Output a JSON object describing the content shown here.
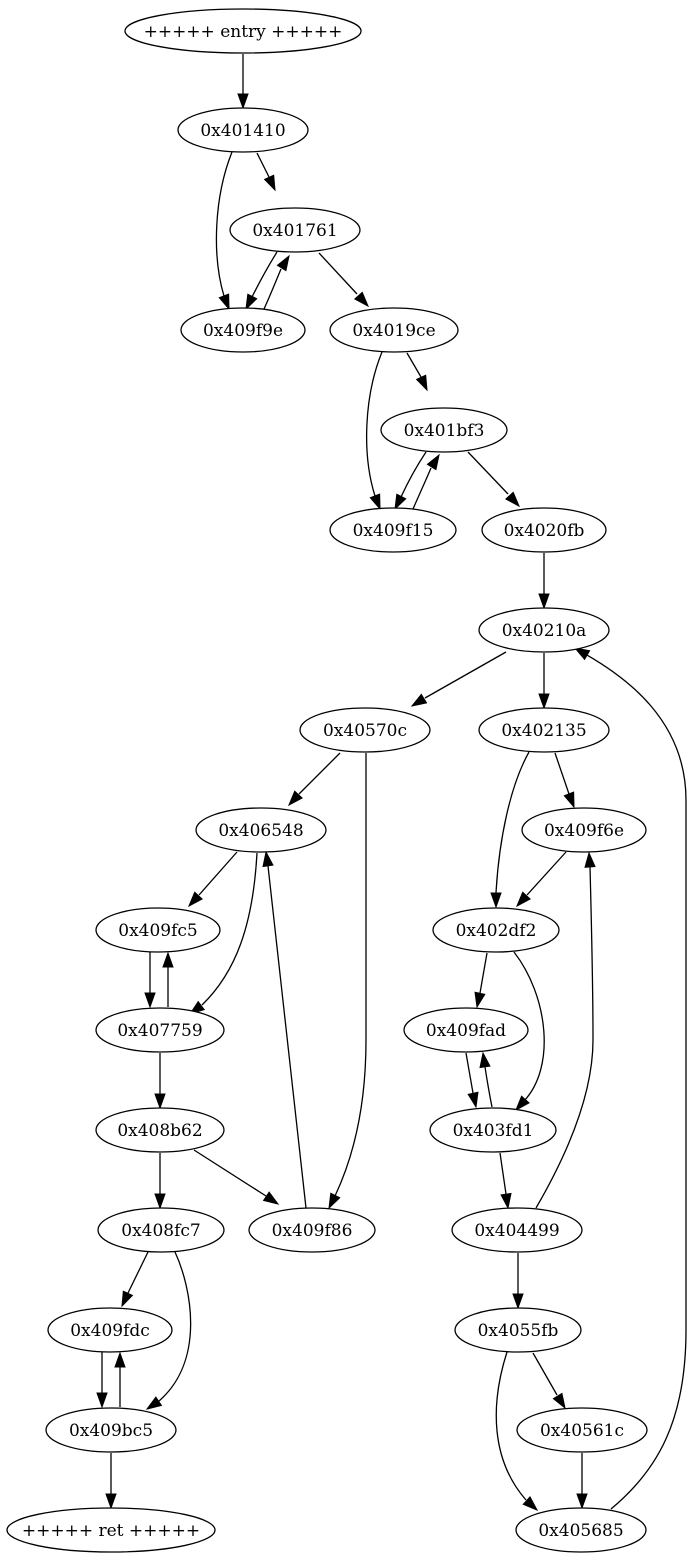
{
  "graph": {
    "nodes": [
      {
        "id": "entry",
        "label": "+++++ entry +++++"
      },
      {
        "id": "n401410",
        "label": "0x401410"
      },
      {
        "id": "n401761",
        "label": "0x401761"
      },
      {
        "id": "n409f9e",
        "label": "0x409f9e"
      },
      {
        "id": "n4019ce",
        "label": "0x4019ce"
      },
      {
        "id": "n401bf3",
        "label": "0x401bf3"
      },
      {
        "id": "n409f15",
        "label": "0x409f15"
      },
      {
        "id": "n4020fb",
        "label": "0x4020fb"
      },
      {
        "id": "n40210a",
        "label": "0x40210a"
      },
      {
        "id": "n40570c",
        "label": "0x40570c"
      },
      {
        "id": "n402135",
        "label": "0x402135"
      },
      {
        "id": "n406548",
        "label": "0x406548"
      },
      {
        "id": "n409f6e",
        "label": "0x409f6e"
      },
      {
        "id": "n409fc5",
        "label": "0x409fc5"
      },
      {
        "id": "n402df2",
        "label": "0x402df2"
      },
      {
        "id": "n407759",
        "label": "0x407759"
      },
      {
        "id": "n409fad",
        "label": "0x409fad"
      },
      {
        "id": "n408b62",
        "label": "0x408b62"
      },
      {
        "id": "n403fd1",
        "label": "0x403fd1"
      },
      {
        "id": "n408fc7",
        "label": "0x408fc7"
      },
      {
        "id": "n409f86",
        "label": "0x409f86"
      },
      {
        "id": "n404499",
        "label": "0x404499"
      },
      {
        "id": "n409fdc",
        "label": "0x409fdc"
      },
      {
        "id": "n4055fb",
        "label": "0x4055fb"
      },
      {
        "id": "n409bc5",
        "label": "0x409bc5"
      },
      {
        "id": "n40561c",
        "label": "0x40561c"
      },
      {
        "id": "ret",
        "label": "+++++ ret +++++"
      },
      {
        "id": "n405685",
        "label": "0x405685"
      }
    ],
    "edges": [
      {
        "from": "entry",
        "to": "n401410"
      },
      {
        "from": "n401410",
        "to": "n401761"
      },
      {
        "from": "n401410",
        "to": "n409f9e"
      },
      {
        "from": "n401761",
        "to": "n409f9e"
      },
      {
        "from": "n409f9e",
        "to": "n401761"
      },
      {
        "from": "n401761",
        "to": "n4019ce"
      },
      {
        "from": "n4019ce",
        "to": "n401bf3"
      },
      {
        "from": "n4019ce",
        "to": "n409f15"
      },
      {
        "from": "n401bf3",
        "to": "n409f15"
      },
      {
        "from": "n409f15",
        "to": "n401bf3"
      },
      {
        "from": "n401bf3",
        "to": "n4020fb"
      },
      {
        "from": "n4020fb",
        "to": "n40210a"
      },
      {
        "from": "n40210a",
        "to": "n40570c"
      },
      {
        "from": "n40210a",
        "to": "n402135"
      },
      {
        "from": "n40570c",
        "to": "n406548"
      },
      {
        "from": "n40570c",
        "to": "n409f86"
      },
      {
        "from": "n406548",
        "to": "n409fc5"
      },
      {
        "from": "n406548",
        "to": "n407759"
      },
      {
        "from": "n409fc5",
        "to": "n407759"
      },
      {
        "from": "n407759",
        "to": "n409fc5"
      },
      {
        "from": "n407759",
        "to": "n408b62"
      },
      {
        "from": "n408b62",
        "to": "n408fc7"
      },
      {
        "from": "n408b62",
        "to": "n409f86"
      },
      {
        "from": "n409f86",
        "to": "n406548"
      },
      {
        "from": "n408fc7",
        "to": "n409fdc"
      },
      {
        "from": "n408fc7",
        "to": "n409bc5"
      },
      {
        "from": "n409fdc",
        "to": "n409bc5"
      },
      {
        "from": "n409bc5",
        "to": "n409fdc"
      },
      {
        "from": "n409bc5",
        "to": "ret"
      },
      {
        "from": "n402135",
        "to": "n409f6e"
      },
      {
        "from": "n402135",
        "to": "n402df2"
      },
      {
        "from": "n409f6e",
        "to": "n402df2"
      },
      {
        "from": "n402df2",
        "to": "n409fad"
      },
      {
        "from": "n402df2",
        "to": "n403fd1"
      },
      {
        "from": "n409fad",
        "to": "n403fd1"
      },
      {
        "from": "n403fd1",
        "to": "n409fad"
      },
      {
        "from": "n403fd1",
        "to": "n404499"
      },
      {
        "from": "n404499",
        "to": "n409f6e"
      },
      {
        "from": "n404499",
        "to": "n4055fb"
      },
      {
        "from": "n4055fb",
        "to": "n40561c"
      },
      {
        "from": "n4055fb",
        "to": "n405685"
      },
      {
        "from": "n40561c",
        "to": "n405685"
      },
      {
        "from": "n405685",
        "to": "n40210a"
      }
    ]
  }
}
